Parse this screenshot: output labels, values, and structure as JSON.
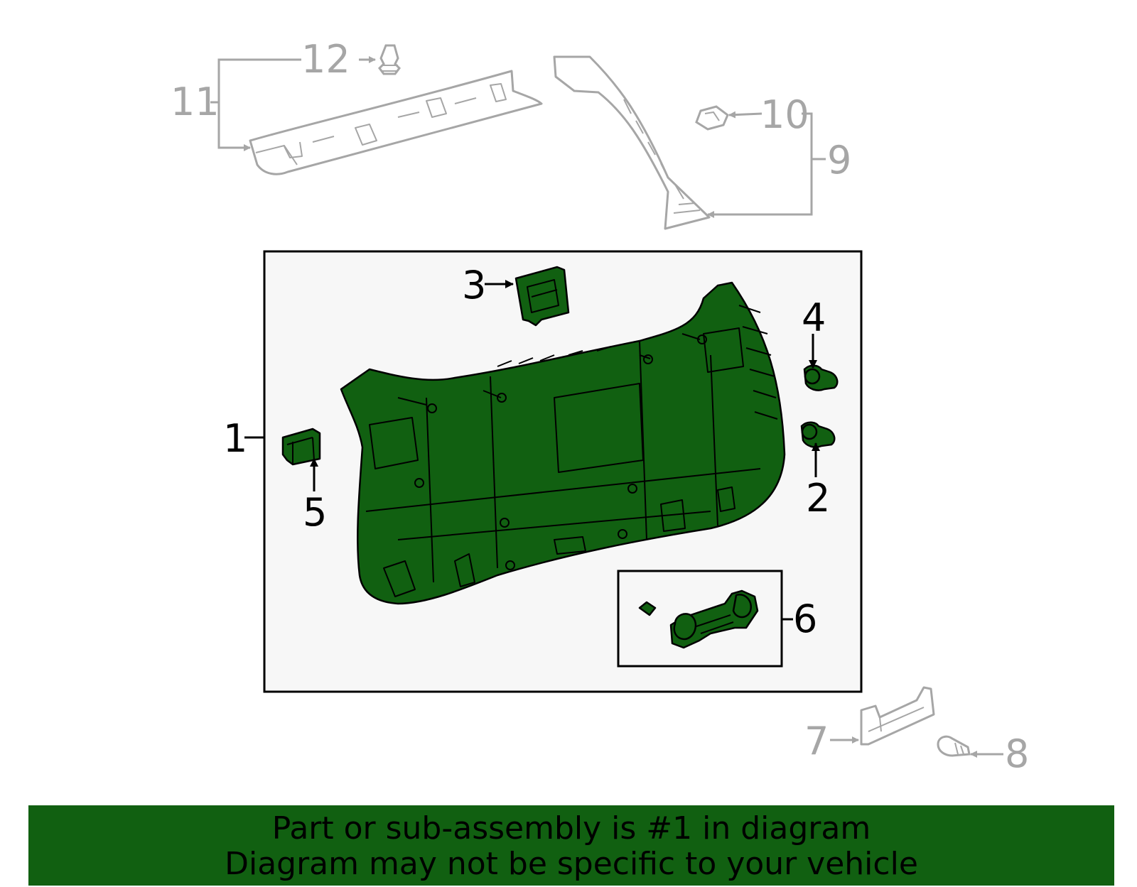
{
  "colors": {
    "part_fill": "#116011",
    "context_stroke": "#a6a6a6",
    "panel_bg": "#f7f7f7",
    "banner_bg": "#116011"
  },
  "callouts": {
    "c1": "1",
    "c2": "2",
    "c3": "3",
    "c4": "4",
    "c5": "5",
    "c6": "6",
    "c7": "7",
    "c8": "8",
    "c9": "9",
    "c10": "10",
    "c11": "11",
    "c12": "12"
  },
  "banner": {
    "line1": "Part or sub-assembly is #1 in diagram",
    "line2": "Diagram may not be specific to your vehicle"
  }
}
